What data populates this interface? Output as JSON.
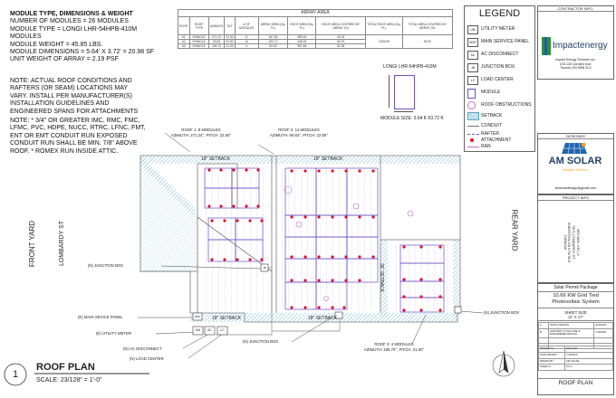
{
  "notes": {
    "heading": "MODULE TYPE, DIMENSIONS & WEIGHT",
    "specs": [
      "NUMBER OF MODULES = 26 MODULES",
      "MODULE TYPE = LONGI LHR-54HPB-410M",
      "MODULES",
      "MODULE WEIGHT = 45.85 LBS.",
      "MODULE DIMENSIONS = 5.64' X 3.72' = 20.98 SF",
      "UNIT WEIGHT OF ARRAY = 2.19 PSF"
    ],
    "note1": [
      "NOTE: ACTUAL ROOF CONDITIONS AND",
      "RAFTERS (OR SEAM) LOCATIONS MAY",
      "VARY. INSTALL PER MANUFACTURER(S)",
      "INSTALLATION GUIDELINES AND",
      "ENGINEERED SPANS FOR ATTACHMENTS"
    ],
    "note2": [
      "NOTE: * 3/4\" OR GREATER IMC, RMC, FMC,",
      "LFMC, PVC, HDPE, NUCC, RTRC, LFNC, FMT,",
      "ENT OR EMT CONDUIT RUN EXPOSED",
      "CONDUIT RUN SHALL BE MIN. 7/8\" ABOVE",
      "ROOF. * ROMEX RUN INSIDE ATTIC."
    ]
  },
  "array_table": {
    "title": "ARRAY AREA",
    "headers": [
      "ROOF",
      "ROOF TYPE",
      "AZIMUTH",
      "TILT",
      "# OF MODULES",
      "ARRAY AREA (Sq. Ft.)",
      "ROOF AREA (Sq. Ft.)",
      "ROOF AREA COVERED BY ARRAY (%)",
      "TOTAL ROOF AREA (Sq. Ft.)",
      "TOTAL AREA COVERED BY ARRAY (%)"
    ],
    "rows": [
      [
        "#1",
        "SHINGLE",
        "271.24",
        "22.50",
        "8",
        "167.84",
        "399.40",
        "42.02"
      ],
      [
        "#2",
        "SHINGLE",
        "90.83",
        "22.50",
        "14",
        "293.72",
        "448.94",
        "65.76"
      ],
      [
        "#3",
        "SHINGLE",
        "180.70",
        "21.00",
        "4",
        "83.92",
        "357.65",
        "51.96"
      ]
    ],
    "total_roof_area": "1205.99",
    "total_area_covered": "39.02"
  },
  "module_detail": {
    "name": "LONGI LHR-54HPB-410M",
    "size": "MODULE SIZE: 5.64 ft X3.72 ft"
  },
  "legend": {
    "title": "LEGEND",
    "items": [
      {
        "code": "UM",
        "label": "UTILITY METER"
      },
      {
        "code": "MSP",
        "label": "MAIN SERVICE PANEL"
      },
      {
        "code": "AC",
        "label": "AC DISCONNECT"
      },
      {
        "code": "JB",
        "label": "JUNCTION BOX"
      },
      {
        "code": "LC",
        "label": "LOAD CENTER"
      },
      {
        "code": "",
        "label": "MODULE"
      },
      {
        "code": "",
        "label": "ROOF OBSTRUCTIONS"
      },
      {
        "code": "",
        "label": "SETBACK"
      },
      {
        "code": "",
        "label": "CONDUIT"
      },
      {
        "code": "",
        "label": "RAFTER"
      },
      {
        "code": "",
        "label": "ATTACHMENT"
      },
      {
        "code": "",
        "label": "RAN"
      }
    ]
  },
  "contractor": {
    "header": "CONTRACTOR INFO.",
    "name": "Impactenergy",
    "address": [
      "Impact Energy Services Inc.",
      "100-130 Caroline Ave,",
      "Toronto,ON M5N 3C2"
    ]
  },
  "designer": {
    "header": "DESIGNER",
    "name": "AM SOLAR",
    "tagline": "Design Service",
    "email": "amsolardesign@gmail.com"
  },
  "project": {
    "header": "PROJECT INFO",
    "lines": [
      "MICHAEL KELLY",
      "55 S LOMBARDY ST",
      "KINGSTON,ON K7M 5C3",
      "CANADA"
    ]
  },
  "package": {
    "title": "Solar Permit Package",
    "system": [
      "10.66 KW Grid Tied",
      "Photovoltaic System"
    ],
    "sheet_size_label": "SHEET SIZE",
    "sheet_size": "11\" X 17\"",
    "revisions": [
      [
        "A",
        "INITIAL DESIGN",
        "4/20/2024"
      ],
      [
        "B",
        "UPDATED TO INCLUDE & ENGINEERED DESIGN",
        "7/19/2024"
      ]
    ],
    "info": [
      [
        "PROJECT #",
        "2024-003"
      ],
      [
        "DATE DRAWN",
        "7/19/2024"
      ],
      [
        "DRAWN BY",
        "AM SOLAR"
      ],
      [
        "SHEET #",
        "PV 3"
      ]
    ],
    "sheet_title": "ROOF PLAN"
  },
  "plan": {
    "roof1": [
      "ROOF 1: 8 MODULES",
      "AZIMUTH: 271.24°, PITCH: 22.50°"
    ],
    "roof2": [
      "ROOF 2: 14 MODULES",
      "AZIMUTH: 90.83°, PITCH: 22.50°"
    ],
    "roof3": [
      "ROOF 3: 4 MODULES",
      "AZIMUTH: 180.70°, PITCH: 21.00°"
    ],
    "setback": "18\" SETBACK",
    "setback_vertical": "36\" SETBACK",
    "front_yard": "FRONT YARD",
    "street": "LOMBARDY ST",
    "rear_yard": "REAR YARD",
    "callouts": {
      "jb_left": "(N) JUNCTION BOX",
      "msp": "(E) MAIN SEVICE PANEL",
      "um": "(E) UTILITY METER",
      "ac": "(N) AC DISCONNECT",
      "lc": "(N) LOAD CENTER",
      "jb_bottom": "(N) JUNCTION BOX",
      "jb_right": "(N) JUNCTION BOX"
    },
    "equip": {
      "msp": "MSP",
      "um": "UM",
      "ac": "AC",
      "lc": "LC",
      "jb": "JB"
    }
  },
  "title_block": {
    "number": "1",
    "title": "ROOF PLAN",
    "scale": "SCALE: 23/128\" = 1'-0\""
  },
  "colors": {
    "module_outline": "#6a4fc4",
    "attachment": "#e0102a",
    "setback_hatch": "#5aa7c8",
    "brand_green": "#2f8f35"
  }
}
